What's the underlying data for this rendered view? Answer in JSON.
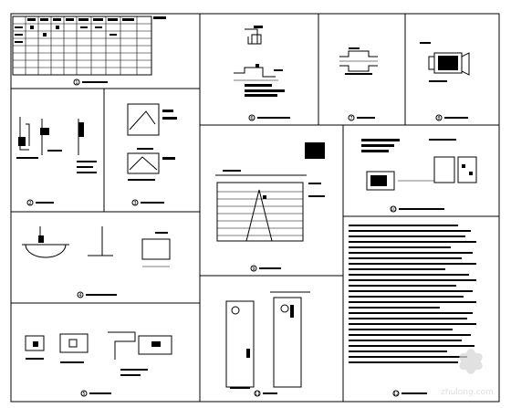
{
  "sheet": {
    "panels": [
      {
        "id": "p1",
        "num": "1",
        "caption": ""
      },
      {
        "id": "p2",
        "num": "2",
        "caption": ""
      },
      {
        "id": "p3",
        "num": "3",
        "caption": ""
      },
      {
        "id": "p4",
        "num": "4",
        "caption": ""
      },
      {
        "id": "p5",
        "num": "5",
        "caption": ""
      },
      {
        "id": "p6",
        "num": "6",
        "caption": ""
      },
      {
        "id": "p7",
        "num": "7",
        "caption": ""
      },
      {
        "id": "p8",
        "num": "8",
        "caption": ""
      },
      {
        "id": "p9",
        "num": "9",
        "caption": ""
      },
      {
        "id": "p10",
        "num": "10",
        "caption": ""
      },
      {
        "id": "p11",
        "num": "11",
        "caption": ""
      },
      {
        "id": "p12",
        "num": "12",
        "caption": ""
      }
    ]
  },
  "watermark": {
    "text": "zhulong.com",
    "color": "#d4d4d4"
  }
}
